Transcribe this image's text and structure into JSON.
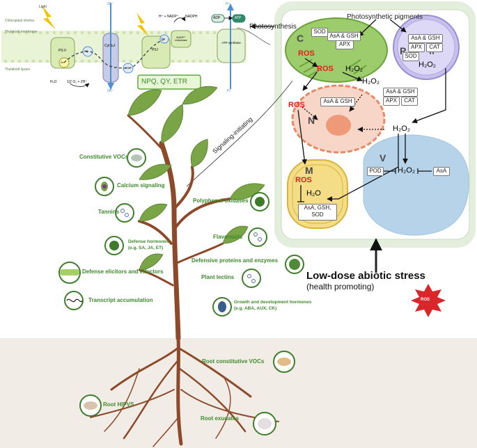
{
  "photosynthesis": {
    "light": "Light",
    "chloroplast_stroma": "Chloroplast stroma",
    "thylakoid_membrane": "Thylakoid membrane",
    "thylakoid_space": "Thylakoid space",
    "ps2": "PS II",
    "pq": "PQ",
    "cyt": "Cyt b₆f",
    "ps1": "PS I",
    "pc": "PC",
    "fd": "Fd",
    "nadp_reductase": "NADP⁺ reductase",
    "h_nadp": "H⁺ + NADP⁺",
    "nadph": "NADPH",
    "adp": "ADP",
    "atp": "ATP",
    "atp_synthase": "ATP synthase",
    "h_top1": "2H⁺",
    "h_top2": "2H⁺",
    "h_top3": "H⁺",
    "h_bottom1": "2H⁺",
    "h_bottom2": "H⁺",
    "e_label": "2e⁻",
    "water": "H₂O",
    "water_split": "1/2 O₂ + 2H⁺",
    "metrics": "NPQ, QY, ETR"
  },
  "cell": {
    "photosynthesis_label": "Photosynthesis",
    "pigments_label": "Photosynthetic pigments",
    "signaling_label": "Signaling-initiating",
    "chloroplast_letter": "C",
    "peroxisome_letter": "P",
    "nucleus_letter": "N",
    "mito_letter": "M",
    "vacuole_letter": "V",
    "ros": "ROS",
    "h2o2": "H₂O₂",
    "h2o": "H₂O",
    "sod": "SOD",
    "asa_gsh": "AsA & GSH",
    "apx": "APX",
    "cat": "CAT",
    "pod": "POD",
    "asa": "AsA",
    "mito_box": "AsA,  GSH, SOD"
  },
  "stress": {
    "title": "Low-dose abiotic stress",
    "subtitle": "(health promoting)",
    "ros_badge": "ROS"
  },
  "plant": {
    "left_labels": [
      "Constitutive VOCs",
      "Calcium signaling",
      "Tannins",
      "Defense hormones (e.g. SA, JA, ET)",
      "Defense elicitors and effectors",
      "Transcript accumulation"
    ],
    "hormones_line1": "Defense hormones",
    "hormones_line2": "(e.g. SA, JA, ET)",
    "right_labels": [
      "Polyphenol oxidases",
      "Flavonoids",
      "Defensive proteins and enzymes",
      "Plant lectins"
    ],
    "growth_line1": "Growth and development hormones",
    "growth_line2": "(e.g. ABA, AUX, CK)",
    "root_labels": [
      "Root constitutive VOCs",
      "Root HIPVS",
      "Root exudates"
    ]
  }
}
